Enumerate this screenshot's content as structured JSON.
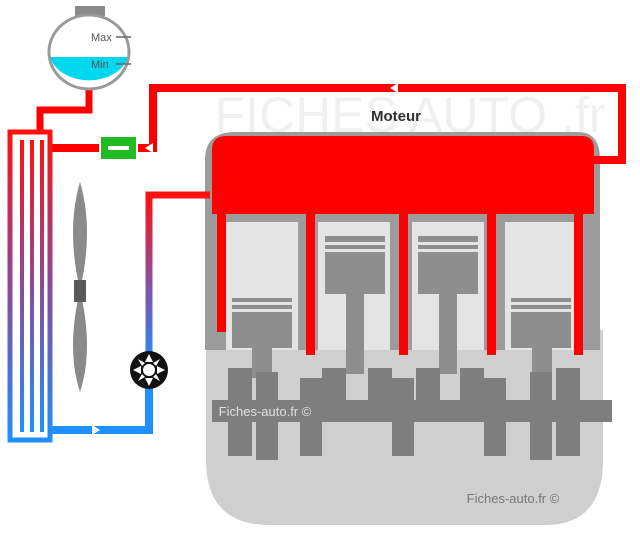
{
  "tank": {
    "max_label": "Max",
    "min_label": "Min"
  },
  "engine": {
    "label": "Moteur"
  },
  "watermarks": {
    "top": "FICHES AUTO .fr",
    "middle": "Fiches-auto.fr ©",
    "bottom": "Fiches-auto.fr ©"
  },
  "colors": {
    "hot": "#ff0000",
    "cold": "#1e90ff",
    "thermostat": "#22bb22",
    "engine_block": "#9a9a9a",
    "engine_light": "#c8c8c8",
    "coolant": "#00d8f0"
  },
  "icons": {
    "fan": "fan-icon",
    "pump": "water-pump-icon",
    "thermostat": "thermostat-icon",
    "flow_arrow": "arrow-icon"
  }
}
